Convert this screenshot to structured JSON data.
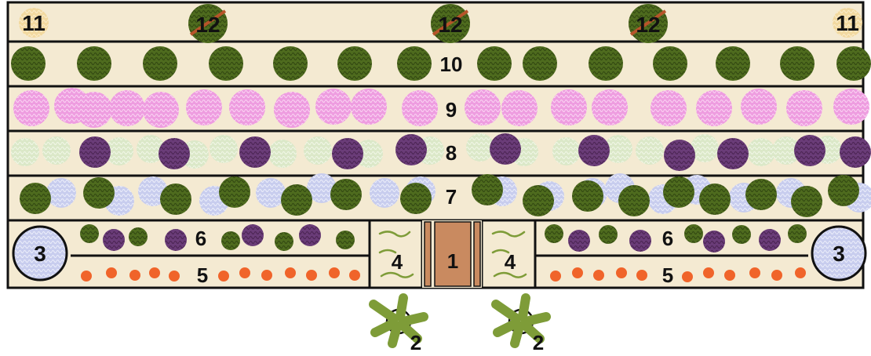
{
  "colors": {
    "background": "#f4ead2",
    "border": "#111111",
    "dark_green": "#4e6b1e",
    "pink": "#ee9de0",
    "light_green": "#dbe8c8",
    "purple": "#6a3c78",
    "lavender": "#c8cdee",
    "orange": "#f0642a",
    "brown": "#c98a60",
    "tan": "#f2d9a0",
    "leaf_green": "#7e9c38"
  },
  "rows": {
    "row12": "12",
    "row11": "11",
    "row10": "10",
    "row9": "9",
    "row8": "8",
    "row7": "7",
    "row6": "6",
    "row5": "5",
    "box4": "4",
    "box3": "3",
    "box2": "2",
    "box1": "1"
  }
}
